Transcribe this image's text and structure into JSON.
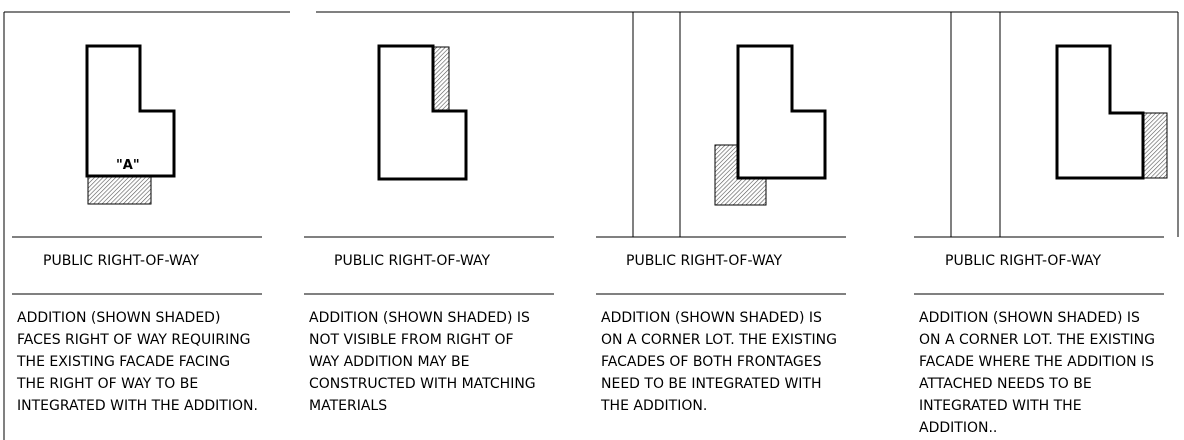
{
  "panels": [
    {
      "row_label": "PUBLIC RIGHT-OF-WAY",
      "marker": "\"A\"",
      "description": [
        "ADDITION (SHOWN SHADED)",
        "FACES RIGHT OF WAY REQUIRING",
        "THE EXISTING FACADE FACING",
        "THE RIGHT OF WAY TO BE",
        "INTEGRATED WITH THE ADDITION."
      ]
    },
    {
      "row_label": "PUBLIC RIGHT-OF-WAY",
      "description": [
        "ADDITION (SHOWN SHADED) IS",
        "NOT VISIBLE FROM  RIGHT OF",
        "WAY ADDITION MAY BE",
        "CONSTRUCTED WITH MATCHING",
        "MATERIALS"
      ]
    },
    {
      "row_label": "PUBLIC RIGHT-OF-WAY",
      "description": [
        "ADDITION (SHOWN SHADED) IS",
        "ON A CORNER LOT. THE EXISTING",
        "FACADES OF BOTH FRONTAGES",
        "NEED TO BE INTEGRATED WITH",
        "THE ADDITION."
      ]
    },
    {
      "row_label": "PUBLIC RIGHT-OF-WAY",
      "description": [
        "ADDITION (SHOWN SHADED) IS",
        "ON A CORNER LOT. THE EXISTING",
        "FACADE WHERE THE ADDITION IS",
        "ATTACHED NEEDS TO BE",
        "INTEGRATED WITH THE",
        "ADDITION.."
      ]
    }
  ]
}
